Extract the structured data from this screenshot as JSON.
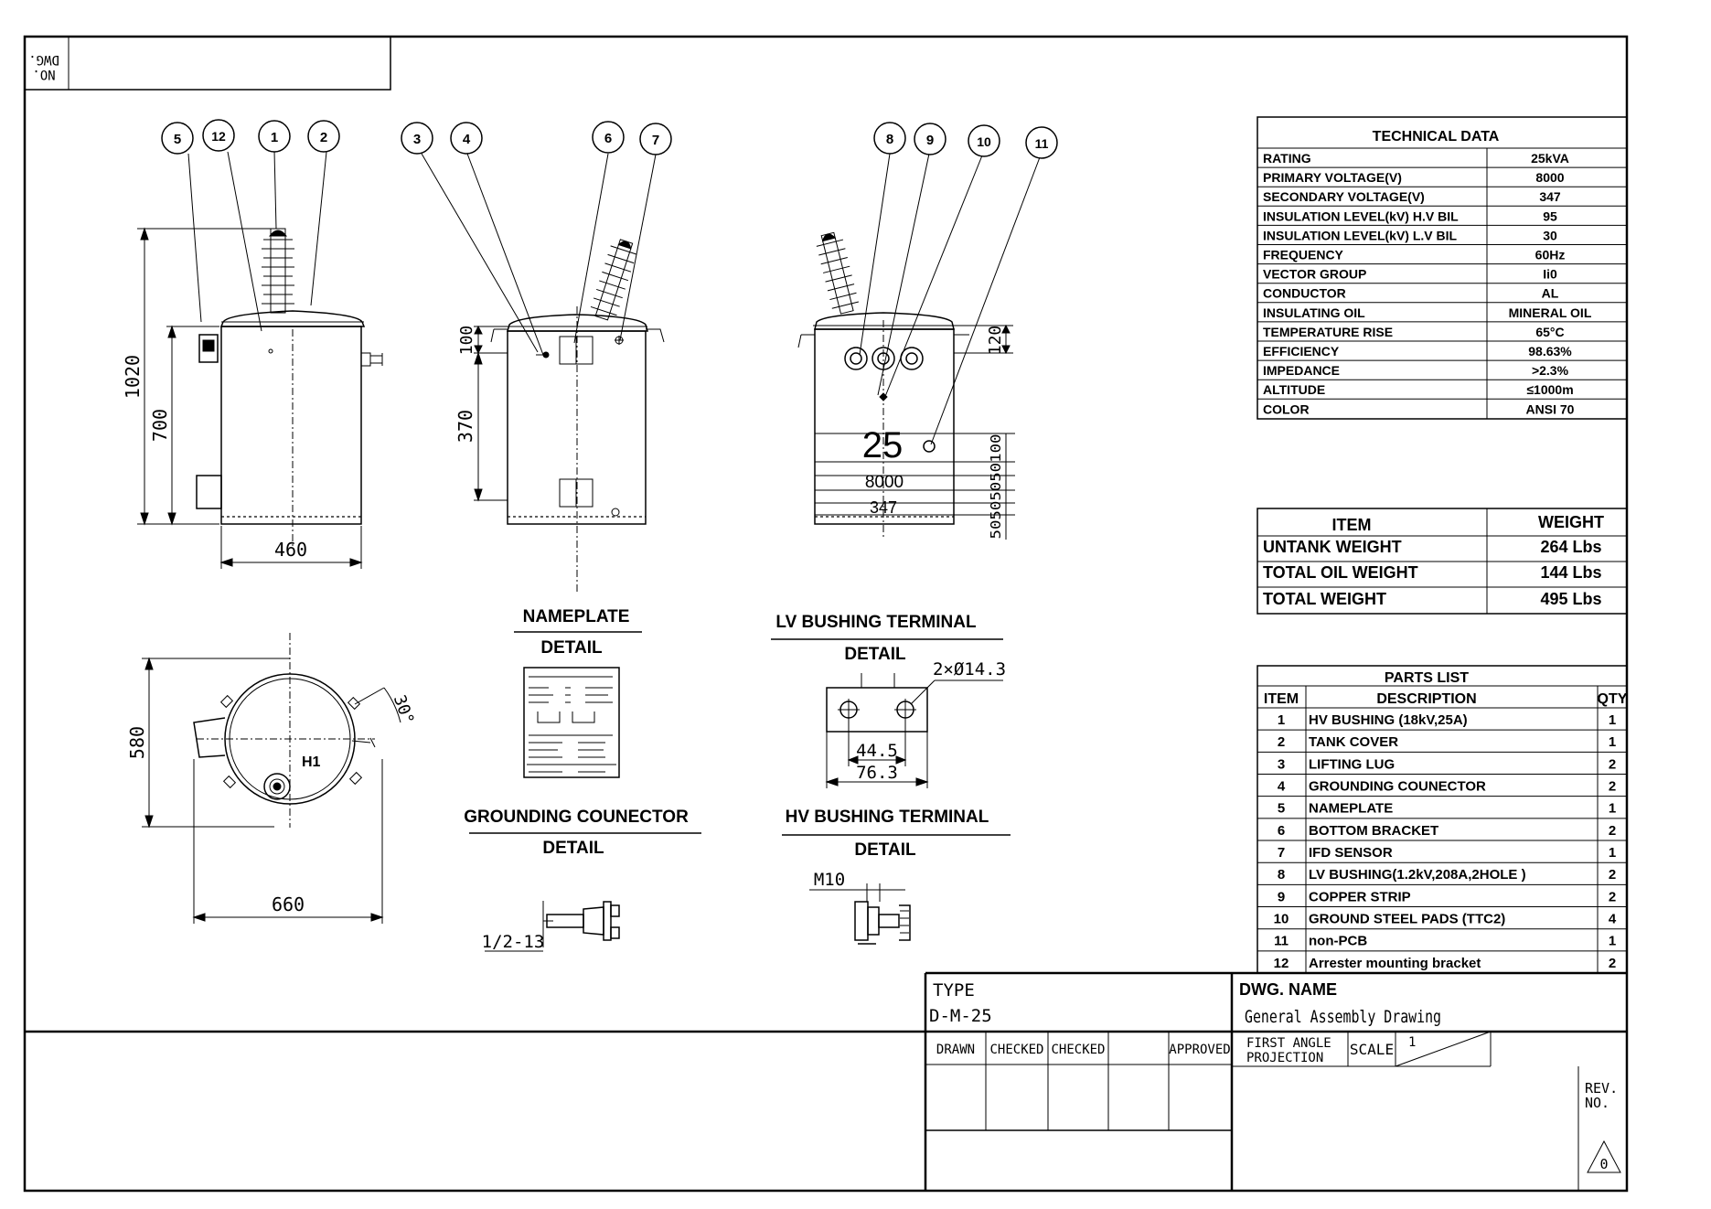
{
  "dwg_no": {
    "line1": "NO.",
    "line2": "DWG."
  },
  "balloons": [
    "5",
    "12",
    "1",
    "2",
    "3",
    "4",
    "6",
    "7",
    "8",
    "9",
    "10",
    "11"
  ],
  "dimensions": {
    "front_height_total": "1020",
    "front_height_tank": "700",
    "front_width": "460",
    "side_top": "100",
    "side_height": "370",
    "rear_top": "120",
    "rear_stack": "50505050100",
    "plan_depth": "580",
    "plan_width": "660",
    "plan_angle": "30°",
    "plan_terminal": "H1"
  },
  "tank_marks": {
    "rating": "25",
    "primary": "8000",
    "secondary": "347"
  },
  "details": {
    "nameplate_title": "NAMEPLATE",
    "nameplate_sub": "DETAIL",
    "lv_title": "LV BUSHING TERMINAL",
    "lv_sub": "DETAIL",
    "lv_holes": "2×Ø14.3",
    "lv_dim1": "44.5",
    "lv_dim2": "76.3",
    "ground_title": "GROUNDING COUNECTOR",
    "ground_sub": "DETAIL",
    "ground_thread": "1/2-13",
    "hv_title": "HV BUSHING TERMINAL",
    "hv_sub": "DETAIL",
    "hv_thread": "M10"
  },
  "technical_data": {
    "title": "TECHNICAL DATA",
    "rows": [
      {
        "label": "RATING",
        "value": "25kVA"
      },
      {
        "label": "PRIMARY VOLTAGE(V)",
        "value": "8000"
      },
      {
        "label": "SECONDARY VOLTAGE(V)",
        "value": "347"
      },
      {
        "label": "INSULATION LEVEL(kV) H.V BIL",
        "value": "95"
      },
      {
        "label": "INSULATION LEVEL(kV) L.V BIL",
        "value": "30"
      },
      {
        "label": "FREQUENCY",
        "value": "60Hz"
      },
      {
        "label": "VECTOR GROUP",
        "value": "Ii0"
      },
      {
        "label": "CONDUCTOR",
        "value": "AL"
      },
      {
        "label": "INSULATING OIL",
        "value": "MINERAL OIL"
      },
      {
        "label": "TEMPERATURE RISE",
        "value": "65°C"
      },
      {
        "label": "EFFICIENCY",
        "value": "98.63%"
      },
      {
        "label": "IMPEDANCE",
        "value": ">2.3%"
      },
      {
        "label": "ALTITUDE",
        "value": "≤1000m"
      },
      {
        "label": "COLOR",
        "value": "ANSI 70"
      }
    ]
  },
  "weights": {
    "header_item": "ITEM",
    "header_weight": "WEIGHT",
    "rows": [
      {
        "item": "UNTANK WEIGHT",
        "weight": "264 Lbs"
      },
      {
        "item": "TOTAL OIL WEIGHT",
        "weight": "144 Lbs"
      },
      {
        "item": "TOTAL WEIGHT",
        "weight": "495 Lbs"
      }
    ]
  },
  "parts_list": {
    "title": "PARTS LIST",
    "header_item": "ITEM",
    "header_desc": "DESCRIPTION",
    "header_qty": "QTY",
    "rows": [
      {
        "item": "1",
        "desc": "HV BUSHING (18kV,25A)",
        "qty": "1"
      },
      {
        "item": "2",
        "desc": "TANK COVER",
        "qty": "1"
      },
      {
        "item": "3",
        "desc": "LIFTING LUG",
        "qty": "2"
      },
      {
        "item": "4",
        "desc": "GROUNDING COUNECTOR",
        "qty": "2"
      },
      {
        "item": "5",
        "desc": "NAMEPLATE",
        "qty": "1"
      },
      {
        "item": "6",
        "desc": "BOTTOM BRACKET",
        "qty": "2"
      },
      {
        "item": "7",
        "desc": "IFD SENSOR",
        "qty": "1"
      },
      {
        "item": "8",
        "desc": "LV BUSHING(1.2kV,208A,2HOLE )",
        "qty": "2"
      },
      {
        "item": "9",
        "desc": "COPPER STRIP",
        "qty": "2"
      },
      {
        "item": "10",
        "desc": "GROUND STEEL PADS (TTC2)",
        "qty": "4"
      },
      {
        "item": "11",
        "desc": "non-PCB",
        "qty": "1"
      },
      {
        "item": "12",
        "desc": "Arrester mounting bracket",
        "qty": "2"
      }
    ]
  },
  "title_block": {
    "type_label": "TYPE",
    "type_value": "D-M-25",
    "dwg_name_label": "DWG. NAME",
    "dwg_name_value": "General Assembly Drawing",
    "drawn": "DRAWN",
    "checked1": "CHECKED",
    "checked2": "CHECKED",
    "approved": "APPROVED",
    "projection_line1": "FIRST ANGLE",
    "projection_line2": "PROJECTION",
    "scale_label": "SCALE",
    "scale_value": "1",
    "rev_line1": "REV.",
    "rev_line2": "NO.",
    "rev_value": "0"
  }
}
